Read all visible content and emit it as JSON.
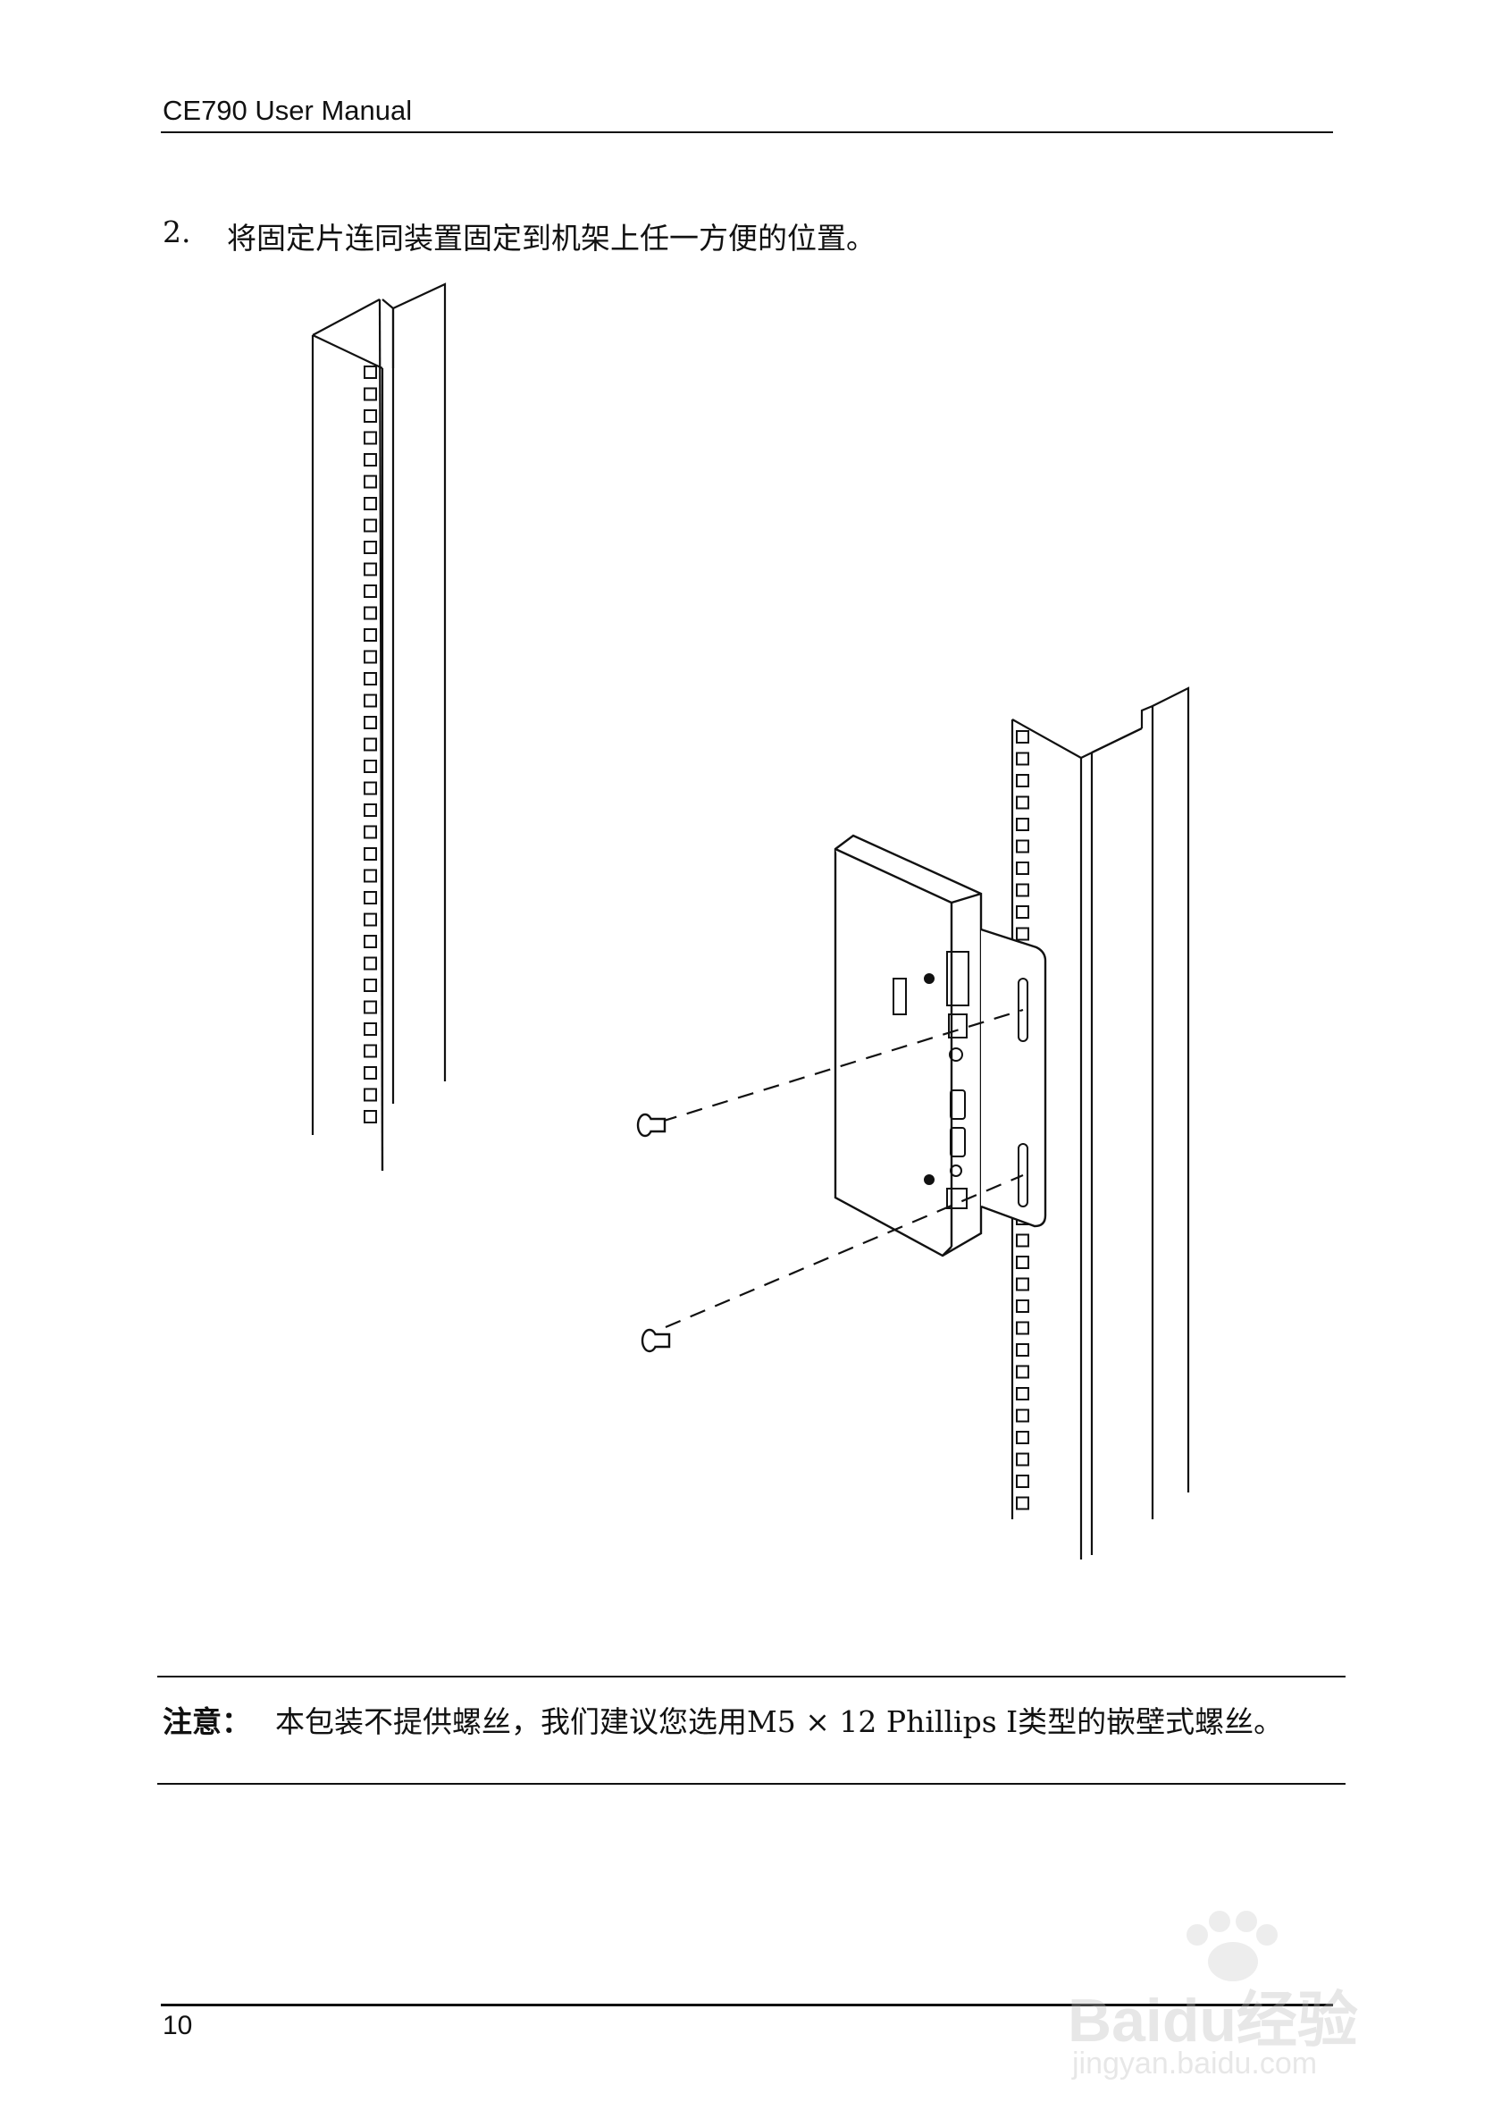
{
  "header": {
    "title": "CE790 User Manual"
  },
  "step": {
    "number": "2.",
    "text": "将固定片连同装置固定到机架上任一方便的位置。"
  },
  "note": {
    "label": "注意：",
    "text": "本包装不提供螺丝，我们建议您选用M5 × 12 Phillips I类型的嵌壁式螺丝。"
  },
  "footer": {
    "page_number": "10"
  },
  "watermark": {
    "brand": "Baidu经验",
    "url": "jingyan.baidu.com"
  },
  "figure": {
    "icon": "rack-mount-illustration"
  }
}
